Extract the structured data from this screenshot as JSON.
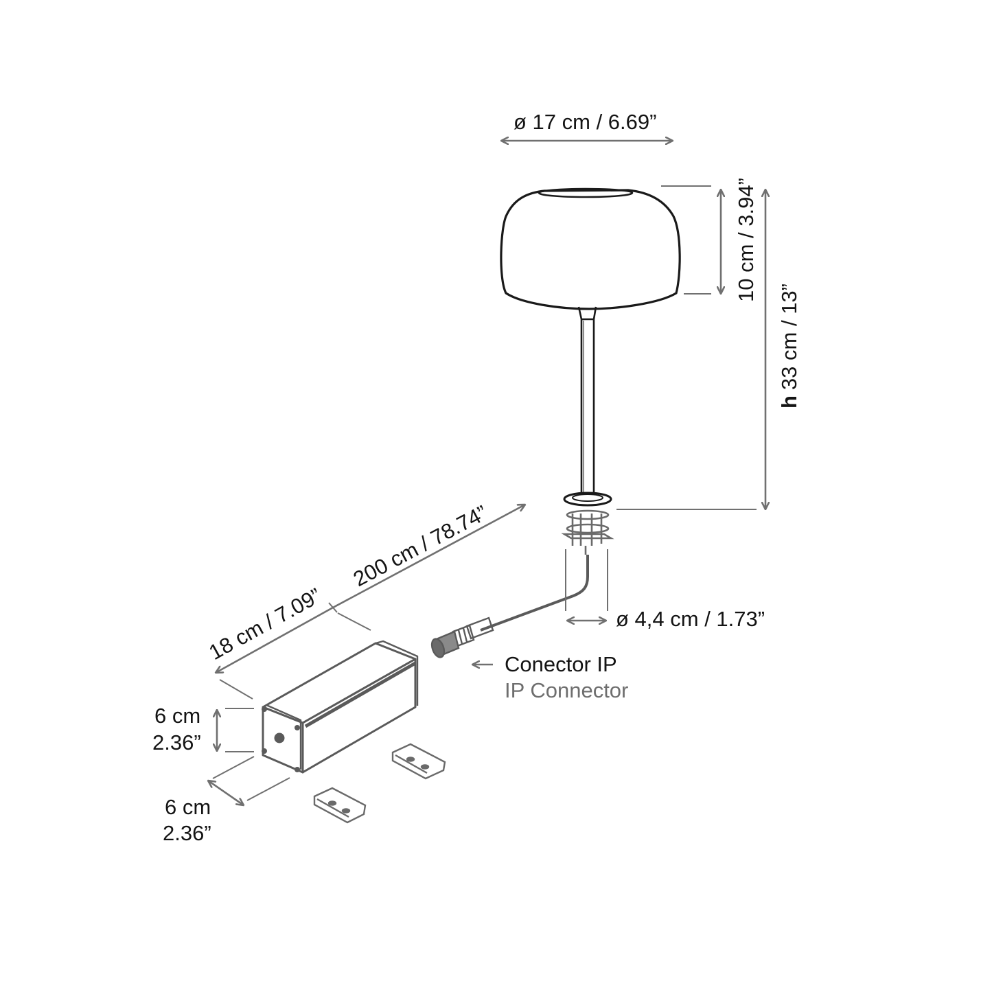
{
  "diagram": {
    "type": "product-dimension-drawing",
    "subject": "outdoor lamp with spike base, cable, IP connector and driver box",
    "colors": {
      "background": "#ffffff",
      "outline": "#1a1a1a",
      "dimension_line": "#707070",
      "driver_outline": "#5a5a5a",
      "text_primary": "#141414",
      "text_secondary": "#6e6e6e"
    }
  },
  "dimensions": {
    "shade_diameter": "ø 17 cm / 6.69”",
    "shade_height": "10 cm / 3.94”",
    "total_height": "33 cm / 13”",
    "total_height_prefix": "h",
    "base_diameter": "ø 4,4 cm / 1.73”",
    "cable_length": "200 cm / 78.74”",
    "driver_length": "18 cm / 7.09”",
    "driver_height_cm": "6 cm",
    "driver_height_in": "2.36”",
    "driver_width_cm": "6 cm",
    "driver_width_in": "2.36”"
  },
  "labels": {
    "connector_es": "Conector IP",
    "connector_en": "IP Connector"
  },
  "icons": {
    "arrow_left": "←"
  }
}
